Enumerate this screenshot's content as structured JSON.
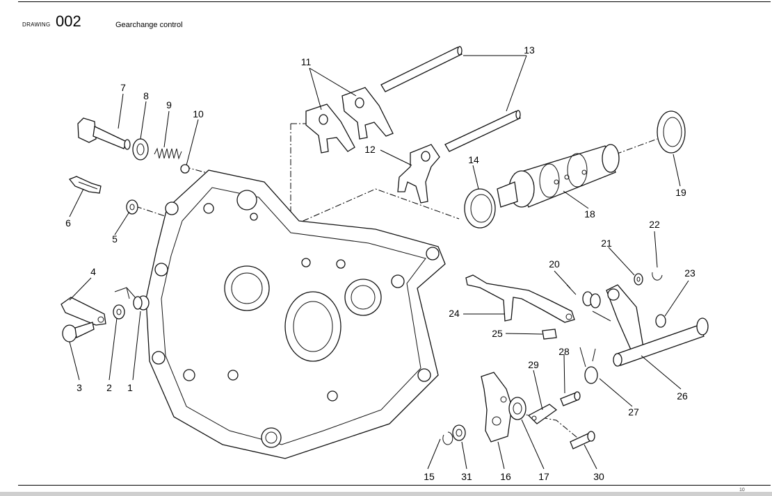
{
  "header": {
    "drawing_label": "DRAWING",
    "drawing_number": "002",
    "title": "Gearchange control"
  },
  "page_number": "10",
  "callouts": [
    "1",
    "2",
    "3",
    "4",
    "5",
    "6",
    "7",
    "8",
    "9",
    "10",
    "11",
    "12",
    "13",
    "14",
    "15",
    "16",
    "17",
    "18",
    "19",
    "20",
    "21",
    "22",
    "23",
    "24",
    "25",
    "26",
    "27",
    "28",
    "29",
    "30",
    "31"
  ]
}
